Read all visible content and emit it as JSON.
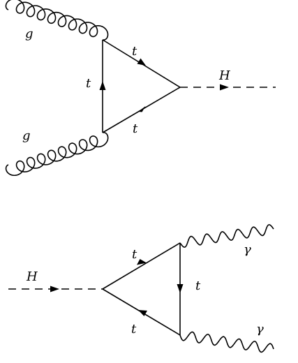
{
  "diagram1": {
    "gluon_top_label": "g",
    "gluon_bottom_label": "g",
    "quark_top_label": "t",
    "quark_left_label": "t",
    "quark_bottom_label": "t",
    "higgs_label": "H"
  },
  "diagram2": {
    "higgs_label": "H",
    "quark_top_label": "t",
    "quark_right_label": "t",
    "quark_bottom_label": "t",
    "photon_top_label": "γ",
    "photon_bottom_label": "γ"
  }
}
